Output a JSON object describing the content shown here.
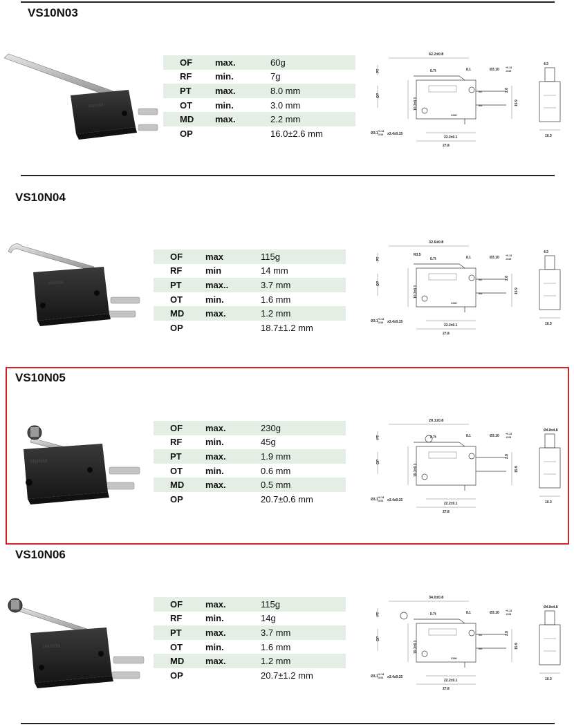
{
  "products": [
    {
      "model": "VS10N03",
      "specs": [
        {
          "param": "OF",
          "qualifier": "max.",
          "value": "60g"
        },
        {
          "param": "RF",
          "qualifier": "min.",
          "value": "7g"
        },
        {
          "param": "PT",
          "qualifier": "max.",
          "value": "8.0 mm"
        },
        {
          "param": "OT",
          "qualifier": "min.",
          "value": "3.0 mm"
        },
        {
          "param": "MD",
          "qualifier": "max.",
          "value": "2.2 mm"
        },
        {
          "param": "OP",
          "qualifier": "",
          "value": "16.0±2.6 mm"
        }
      ],
      "drawing": {
        "overall": "62.2±0.8",
        "thickness": "0.7t",
        "d81": "8.1",
        "hole": "Ø3.10",
        "hole_tol_upper": "+0.13",
        "hole_tol_lower": "-0.03",
        "d28": "2.8",
        "height": "10.3±0.1",
        "d159": "15.9",
        "slot": "Ø3.1",
        "slot_tol_upper": "+0.13",
        "slot_tol_lower": "-0.03",
        "slot_len": "x3.4±0.15",
        "pin_span": "22.2±0.1",
        "length": "27.8",
        "side_top": "4.3",
        "side_width": "10.3",
        "pt": "PT",
        "op": "OP",
        "nc": "NC",
        "no": "NO",
        "com": "COM",
        "r": ""
      }
    },
    {
      "model": "VS10N04",
      "specs": [
        {
          "param": "OF",
          "qualifier": "max",
          "value": "115g"
        },
        {
          "param": "RF",
          "qualifier": "min",
          "value": "14 mm"
        },
        {
          "param": "PT",
          "qualifier": "max..",
          "value": "3.7 mm"
        },
        {
          "param": "OT",
          "qualifier": "min.",
          "value": "1.6 mm"
        },
        {
          "param": "MD",
          "qualifier": "max.",
          "value": "1.2 mm"
        },
        {
          "param": "OP",
          "qualifier": "",
          "value": "18.7±1.2 mm"
        }
      ],
      "drawing": {
        "overall": "32.6±0.8",
        "thickness": "0.7t",
        "d81": "8.1",
        "hole": "Ø3.10",
        "hole_tol_upper": "+0.13",
        "hole_tol_lower": "-0.03",
        "d28": "2.8",
        "height": "10.3±0.1",
        "d159": "15.9",
        "slot": "Ø3.1",
        "slot_tol_upper": "+0.13",
        "slot_tol_lower": "-0.03",
        "slot_len": "x3.4±0.15",
        "pin_span": "22.2±0.1",
        "length": "27.8",
        "side_top": "4.3",
        "side_width": "10.3",
        "pt": "PT",
        "op": "OP",
        "nc": "NC",
        "no": "NO",
        "com": "COM",
        "r": "R3.5"
      }
    },
    {
      "model": "VS10N05",
      "specs": [
        {
          "param": "OF",
          "qualifier": "max.",
          "value": "230g"
        },
        {
          "param": "RF",
          "qualifier": "min.",
          "value": "45g"
        },
        {
          "param": "PT",
          "qualifier": "max.",
          "value": "1.9 mm"
        },
        {
          "param": "OT",
          "qualifier": "min.",
          "value": "0.6 mm"
        },
        {
          "param": "MD",
          "qualifier": "max.",
          "value": "0.5 mm"
        },
        {
          "param": "OP",
          "qualifier": "",
          "value": "20.7±0.6 mm"
        }
      ],
      "drawing": {
        "overall": "20.1±0.8",
        "thickness": "0.7t",
        "d81": "8.1",
        "hole": "Ø3.10",
        "hole_tol_upper": "+0.13",
        "hole_tol_lower": "-0.03",
        "d28": "2.8",
        "height": "10.3±0.1",
        "d159": "15.9",
        "slot": "Ø3.1",
        "slot_tol_upper": "+0.13",
        "slot_tol_lower": "-0.03",
        "slot_len": "x3.4±0.15",
        "pin_span": "22.2±0.1",
        "length": "27.8",
        "side_top": "Ø4.8x4.8",
        "side_width": "10.3",
        "pt": "PT",
        "op": "OP",
        "nc": "",
        "no": "",
        "com": "",
        "r": ""
      }
    },
    {
      "model": "VS10N06",
      "specs": [
        {
          "param": "OF",
          "qualifier": "max.",
          "value": "115g"
        },
        {
          "param": "RF",
          "qualifier": "min.",
          "value": "14g"
        },
        {
          "param": "PT",
          "qualifier": "max.",
          "value": "3.7 mm"
        },
        {
          "param": "OT",
          "qualifier": "min.",
          "value": "1.6 mm"
        },
        {
          "param": "MD",
          "qualifier": "max.",
          "value": "1.2 mm"
        },
        {
          "param": "OP",
          "qualifier": "",
          "value": "20.7±1.2 mm"
        }
      ],
      "drawing": {
        "overall": "34.0±0.8",
        "thickness": "0.7t",
        "d81": "8.1",
        "hole": "Ø3.10",
        "hole_tol_upper": "+0.13",
        "hole_tol_lower": "-0.03",
        "d28": "2.8",
        "height": "10.3±0.1",
        "d159": "15.9",
        "slot": "Ø3.1",
        "slot_tol_upper": "+0.13",
        "slot_tol_lower": "-0.03",
        "slot_len": "x3.4±0.15",
        "pin_span": "22.2±0.1",
        "length": "27.8",
        "side_top": "Ø4.8x4.8",
        "side_width": "10.3",
        "pt": "PT",
        "op": "OP",
        "nc": "NC",
        "no": "NO",
        "com": "COM",
        "r": ""
      }
    }
  ],
  "colors": {
    "row_shade": "#e4eee4",
    "highlight": "#d42222",
    "switch_body": "#262626",
    "terminal": "#b8b8b8"
  }
}
